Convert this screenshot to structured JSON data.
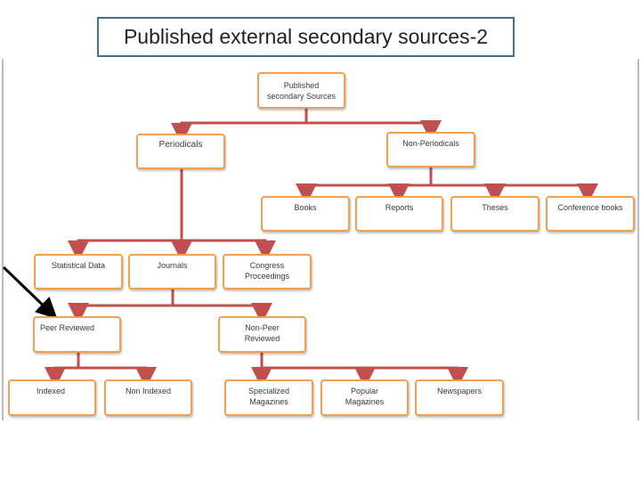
{
  "title": "Published external secondary sources-2",
  "nodes": {
    "root": "Published\nsecondary Sources",
    "periodicals": "Periodicals",
    "non_periodicals": "Non-Periodicals",
    "books": "Books",
    "reports": "Reports",
    "theses": "Theses",
    "conference_books": "Conference books",
    "statistical_data": "Statistical Data",
    "journals": "Journals",
    "congress_proceedings": "Congress\nProceedings",
    "peer_reviewed": "Peer Reviewed",
    "non_peer_reviewed": "Non-Peer\nReviewed",
    "indexed": "Indexed",
    "non_indexed": "Non Indexed",
    "specialized_magazines": "Specialized\nMagazines",
    "popular_magazines": "Popular\nMagazines",
    "newspapers": "Newspapers"
  },
  "colors": {
    "node_border": "#f0a050",
    "connector": "#c0504d",
    "title_border": "#4a6d8f",
    "arrow": "#000000"
  }
}
